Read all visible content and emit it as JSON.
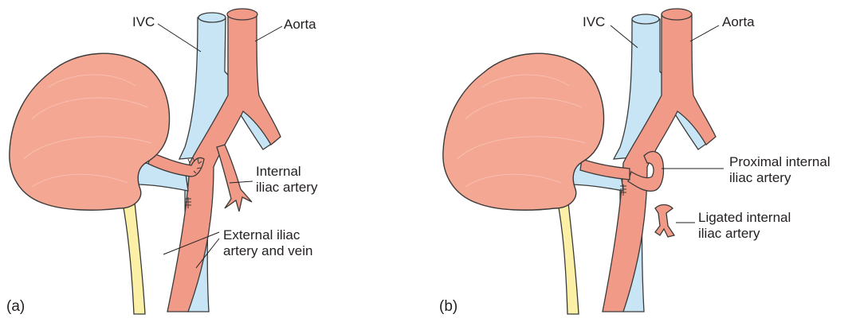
{
  "colors": {
    "kidney": "#f4a793",
    "artery": "#f29a88",
    "vein": "#c7e5f4",
    "ureter": "#fbf0a6",
    "outline": "#3a3a3a"
  },
  "panel_a": {
    "letter": "(a)",
    "ivc": "IVC",
    "aorta": "Aorta",
    "internal_iliac": [
      "Internal",
      "iliac artery"
    ],
    "external_iliac": [
      "External iliac",
      "artery and vein"
    ]
  },
  "panel_b": {
    "letter": "(b)",
    "ivc": "IVC",
    "aorta": "Aorta",
    "proximal_internal": [
      "Proximal internal",
      "iliac artery"
    ],
    "ligated_internal": [
      "Ligated internal",
      "iliac artery"
    ]
  }
}
